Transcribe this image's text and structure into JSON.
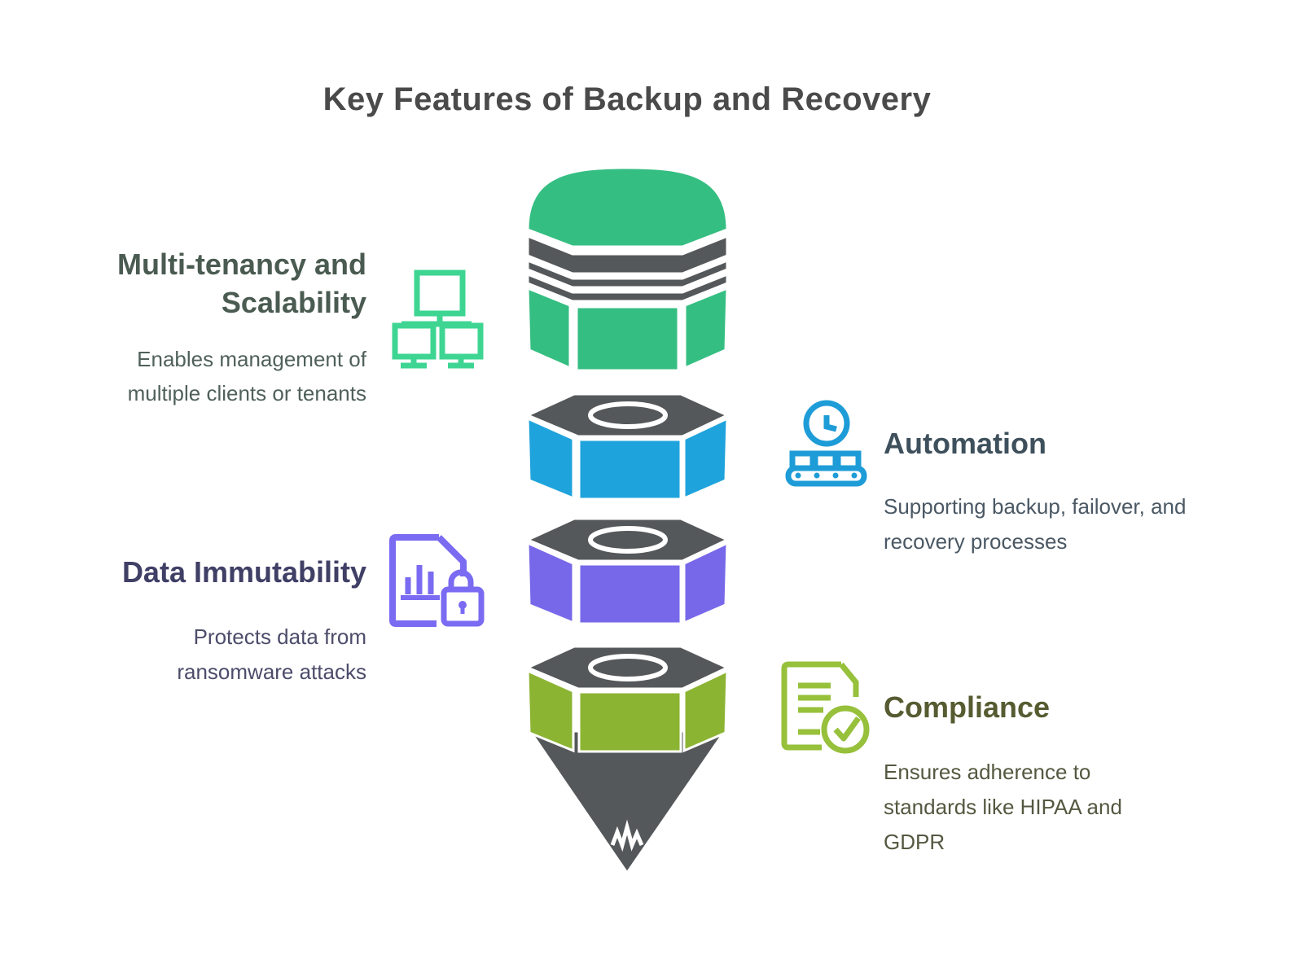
{
  "title": "Key Features of Backup and Recovery",
  "colors": {
    "green": "#35BE82",
    "blue": "#1FA3DC",
    "purple": "#7768EA",
    "olive": "#8CB433",
    "gray": "#55585A",
    "white": "#FFFFFF",
    "title_text": "#4A4A4A"
  },
  "sections": {
    "multi_tenancy": {
      "heading": "Multi-tenancy and Scalability",
      "description": "Enables management of multiple clients or tenants",
      "heading_color": "#4A5B51",
      "body_color": "#50615A",
      "icon": "network-icon",
      "icon_color": "#3ED593"
    },
    "automation": {
      "heading": "Automation",
      "description": "Supporting backup, failover, and recovery processes",
      "heading_color": "#3E505C",
      "body_color": "#4A5864",
      "icon": "automation-icon",
      "icon_color": "#1E9CD7"
    },
    "immutability": {
      "heading": "Data Immutability",
      "description": "Protects data from ransomware attacks",
      "heading_color": "#403F66",
      "body_color": "#4C4C6B",
      "icon": "document-lock-icon",
      "icon_color": "#7A6BF2"
    },
    "compliance": {
      "heading": "Compliance",
      "description": "Ensures adherence to standards like HIPAA and GDPR",
      "heading_color": "#565B31",
      "body_color": "#545840",
      "icon": "document-check-icon",
      "icon_color": "#97C03B"
    }
  },
  "funnel": {
    "layers": [
      {
        "name": "database-top",
        "color": "#35BE82"
      },
      {
        "name": "hex-nut-blue",
        "color": "#1FA3DC"
      },
      {
        "name": "hex-nut-purple",
        "color": "#7768EA"
      },
      {
        "name": "hex-nut-olive",
        "color": "#8CB433"
      },
      {
        "name": "funnel-spout",
        "color": "#55585A"
      }
    ]
  }
}
